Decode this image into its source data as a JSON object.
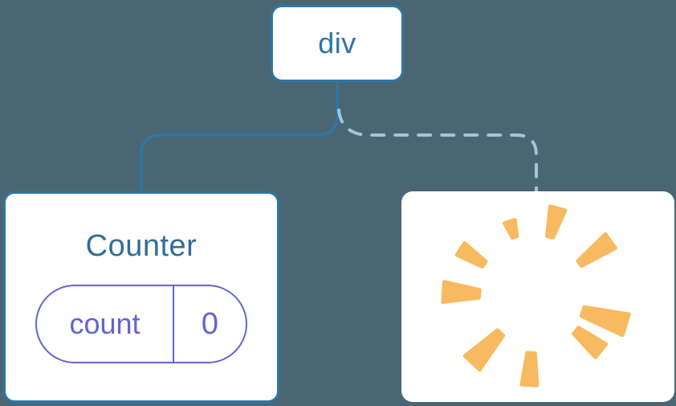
{
  "diagram": {
    "root_node": {
      "label": "div"
    },
    "counter_node": {
      "title": "Counter",
      "state": {
        "key": "count",
        "value": "0"
      }
    },
    "poof_node": {
      "icon": "poof-burst-icon"
    }
  },
  "colors": {
    "background": "#4a6672",
    "card_bg": "#ffffff",
    "node_border": "#2d76a6",
    "node_text": "#2d76a6",
    "counter_title": "#306e94",
    "state_accent": "#6363d2",
    "solid_connector": "#2d76a6",
    "dashed_connector": "#a6c4da",
    "poof": "#f8ba60"
  }
}
